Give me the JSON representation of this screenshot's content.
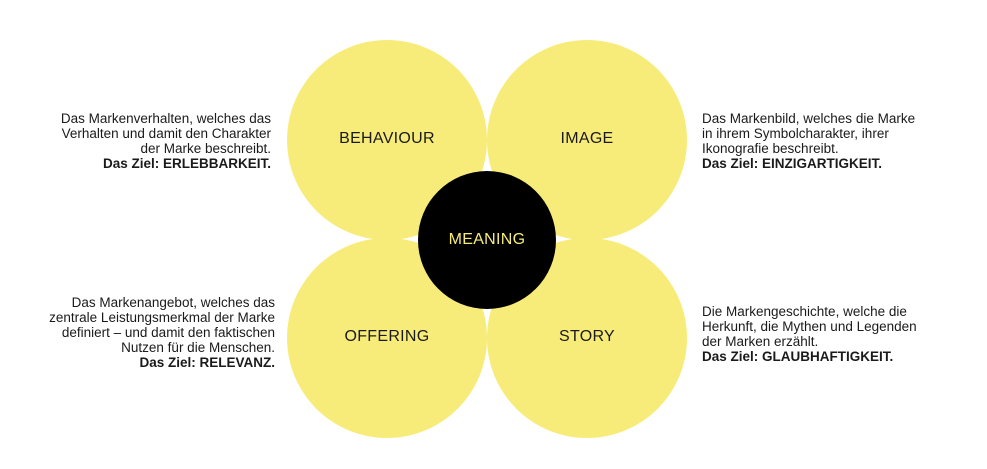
{
  "colors": {
    "petal": "#f7ec7a",
    "center": "#000000",
    "center_text": "#f7ec7a",
    "text": "#1a1a1a"
  },
  "petals": {
    "behaviour": {
      "label": "BEHAVIOUR"
    },
    "image": {
      "label": "IMAGE"
    },
    "offering": {
      "label": "OFFERING"
    },
    "story": {
      "label": "STORY"
    }
  },
  "center": {
    "label": "MEANING"
  },
  "descriptions": {
    "behaviour": {
      "lines": [
        "Das Markenverhalten, welches das",
        "Verhalten und damit den Charakter",
        "der Marke beschreibt."
      ],
      "goal": "Das Ziel: ERLEBBARKEIT."
    },
    "image": {
      "lines": [
        "Das Markenbild, welches die Marke",
        "in ihrem Symbolcharakter, ihrer",
        "Ikonografie beschreibt."
      ],
      "goal": "Das Ziel: EINZIGARTIGKEIT."
    },
    "offering": {
      "lines": [
        "Das Markenangebot, welches das",
        "zentrale Leistungsmerkmal der Marke",
        "definiert – und damit den faktischen",
        "Nutzen für die Menschen."
      ],
      "goal": "Das Ziel: RELEVANZ."
    },
    "story": {
      "lines": [
        "Die Markengeschichte, welche die",
        "Herkunft, die Mythen und Legenden",
        "der Marken erzählt."
      ],
      "goal": "Das Ziel: GLAUBHAFTIGKEIT."
    }
  }
}
